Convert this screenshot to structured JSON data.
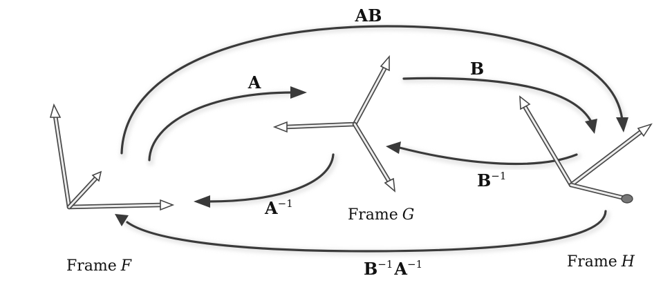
{
  "labels": {
    "ab": {
      "main": "AB"
    },
    "a": {
      "main": "A"
    },
    "b": {
      "main": "B"
    },
    "a_inverse": {
      "main": "A",
      "sup": "−1"
    },
    "b_inverse": {
      "main": "B",
      "sup": "−1"
    },
    "b_inv_a_inv": {
      "part1": "B",
      "sup1": "−1",
      "part2": "A",
      "sup2": "−1"
    }
  },
  "frames": {
    "f": {
      "word": "Frame",
      "letter": "F"
    },
    "g": {
      "word": "Frame",
      "letter": "G"
    },
    "h": {
      "word": "Frame",
      "letter": "H"
    }
  },
  "colors": {
    "arrow": "#3a3a3a",
    "axis_edge": "#4a4a4a",
    "axis_fill": "#ededed",
    "text": "#111111"
  }
}
